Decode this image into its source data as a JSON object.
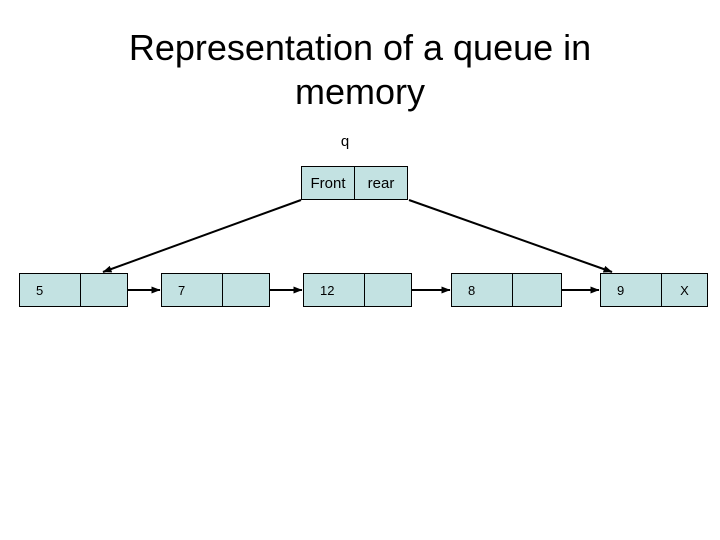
{
  "slide": {
    "title": "Representation of a queue in\nmemory",
    "background_color": "#ffffff",
    "cell_fill_color": "#c3e2e2",
    "line_color": "#000000"
  },
  "queue_pointer": {
    "name_label": "q",
    "front_label": "Front",
    "rear_label": "rear"
  },
  "nodes": [
    {
      "value": "5",
      "link": ""
    },
    {
      "value": "7",
      "link": ""
    },
    {
      "value": "12",
      "link": ""
    },
    {
      "value": "8",
      "link": ""
    },
    {
      "value": "9",
      "link": "X"
    }
  ],
  "pointer_arrows": {
    "front_target_note": "5",
    "rear_target_note": "9"
  }
}
